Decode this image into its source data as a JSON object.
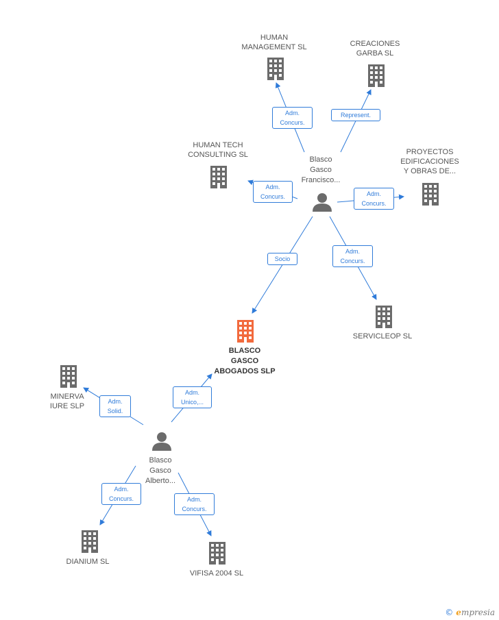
{
  "colors": {
    "edge": "#2f7bd9",
    "building": "#6b6b6b",
    "main_building": "#f26a3d",
    "person": "#6b6b6b"
  },
  "nodes": {
    "human_management": {
      "label": "HUMAN\nMANAGEMENT SL",
      "icon": "building-icon"
    },
    "creaciones_garba": {
      "label": "CREACIONES\nGARBA SL",
      "icon": "building-icon"
    },
    "human_tech": {
      "label": "HUMAN TECH\nCONSULTING SL",
      "icon": "building-icon"
    },
    "proyectos": {
      "label": "PROYECTOS\nEDIFICACIONES\nY OBRAS DE...",
      "icon": "building-icon"
    },
    "person_francisco": {
      "label": "Blasco\nGasco\nFrancisco...",
      "icon": "person-icon"
    },
    "blasco_gasco": {
      "label": "BLASCO\nGASCO\nABOGADOS SLP",
      "icon": "building-icon"
    },
    "servicleop": {
      "label": "SERVICLEOP SL",
      "icon": "building-icon"
    },
    "minerva": {
      "label": "MINERVA\nIURE  SLP",
      "icon": "building-icon"
    },
    "person_alberto": {
      "label": "Blasco\nGasco\nAlberto...",
      "icon": "person-icon"
    },
    "dianium": {
      "label": "DIANIUM SL",
      "icon": "building-icon"
    },
    "vifisa": {
      "label": "VIFISA 2004 SL",
      "icon": "building-icon"
    }
  },
  "edges": [
    {
      "id": "e1",
      "label": "Adm.\nConcurs."
    },
    {
      "id": "e2",
      "label": "Represent."
    },
    {
      "id": "e3",
      "label": "Adm.\nConcurs."
    },
    {
      "id": "e4",
      "label": "Adm.\nConcurs."
    },
    {
      "id": "e5",
      "label": "Socio"
    },
    {
      "id": "e6",
      "label": "Adm.\nConcurs."
    },
    {
      "id": "e7",
      "label": "Adm.\nSolid."
    },
    {
      "id": "e8",
      "label": "Adm.\nUnico,..."
    },
    {
      "id": "e9",
      "label": "Adm.\nConcurs."
    },
    {
      "id": "e10",
      "label": "Adm.\nConcurs."
    }
  ],
  "brand": {
    "copyright": "©",
    "initial": "e",
    "rest": "mpresia"
  }
}
